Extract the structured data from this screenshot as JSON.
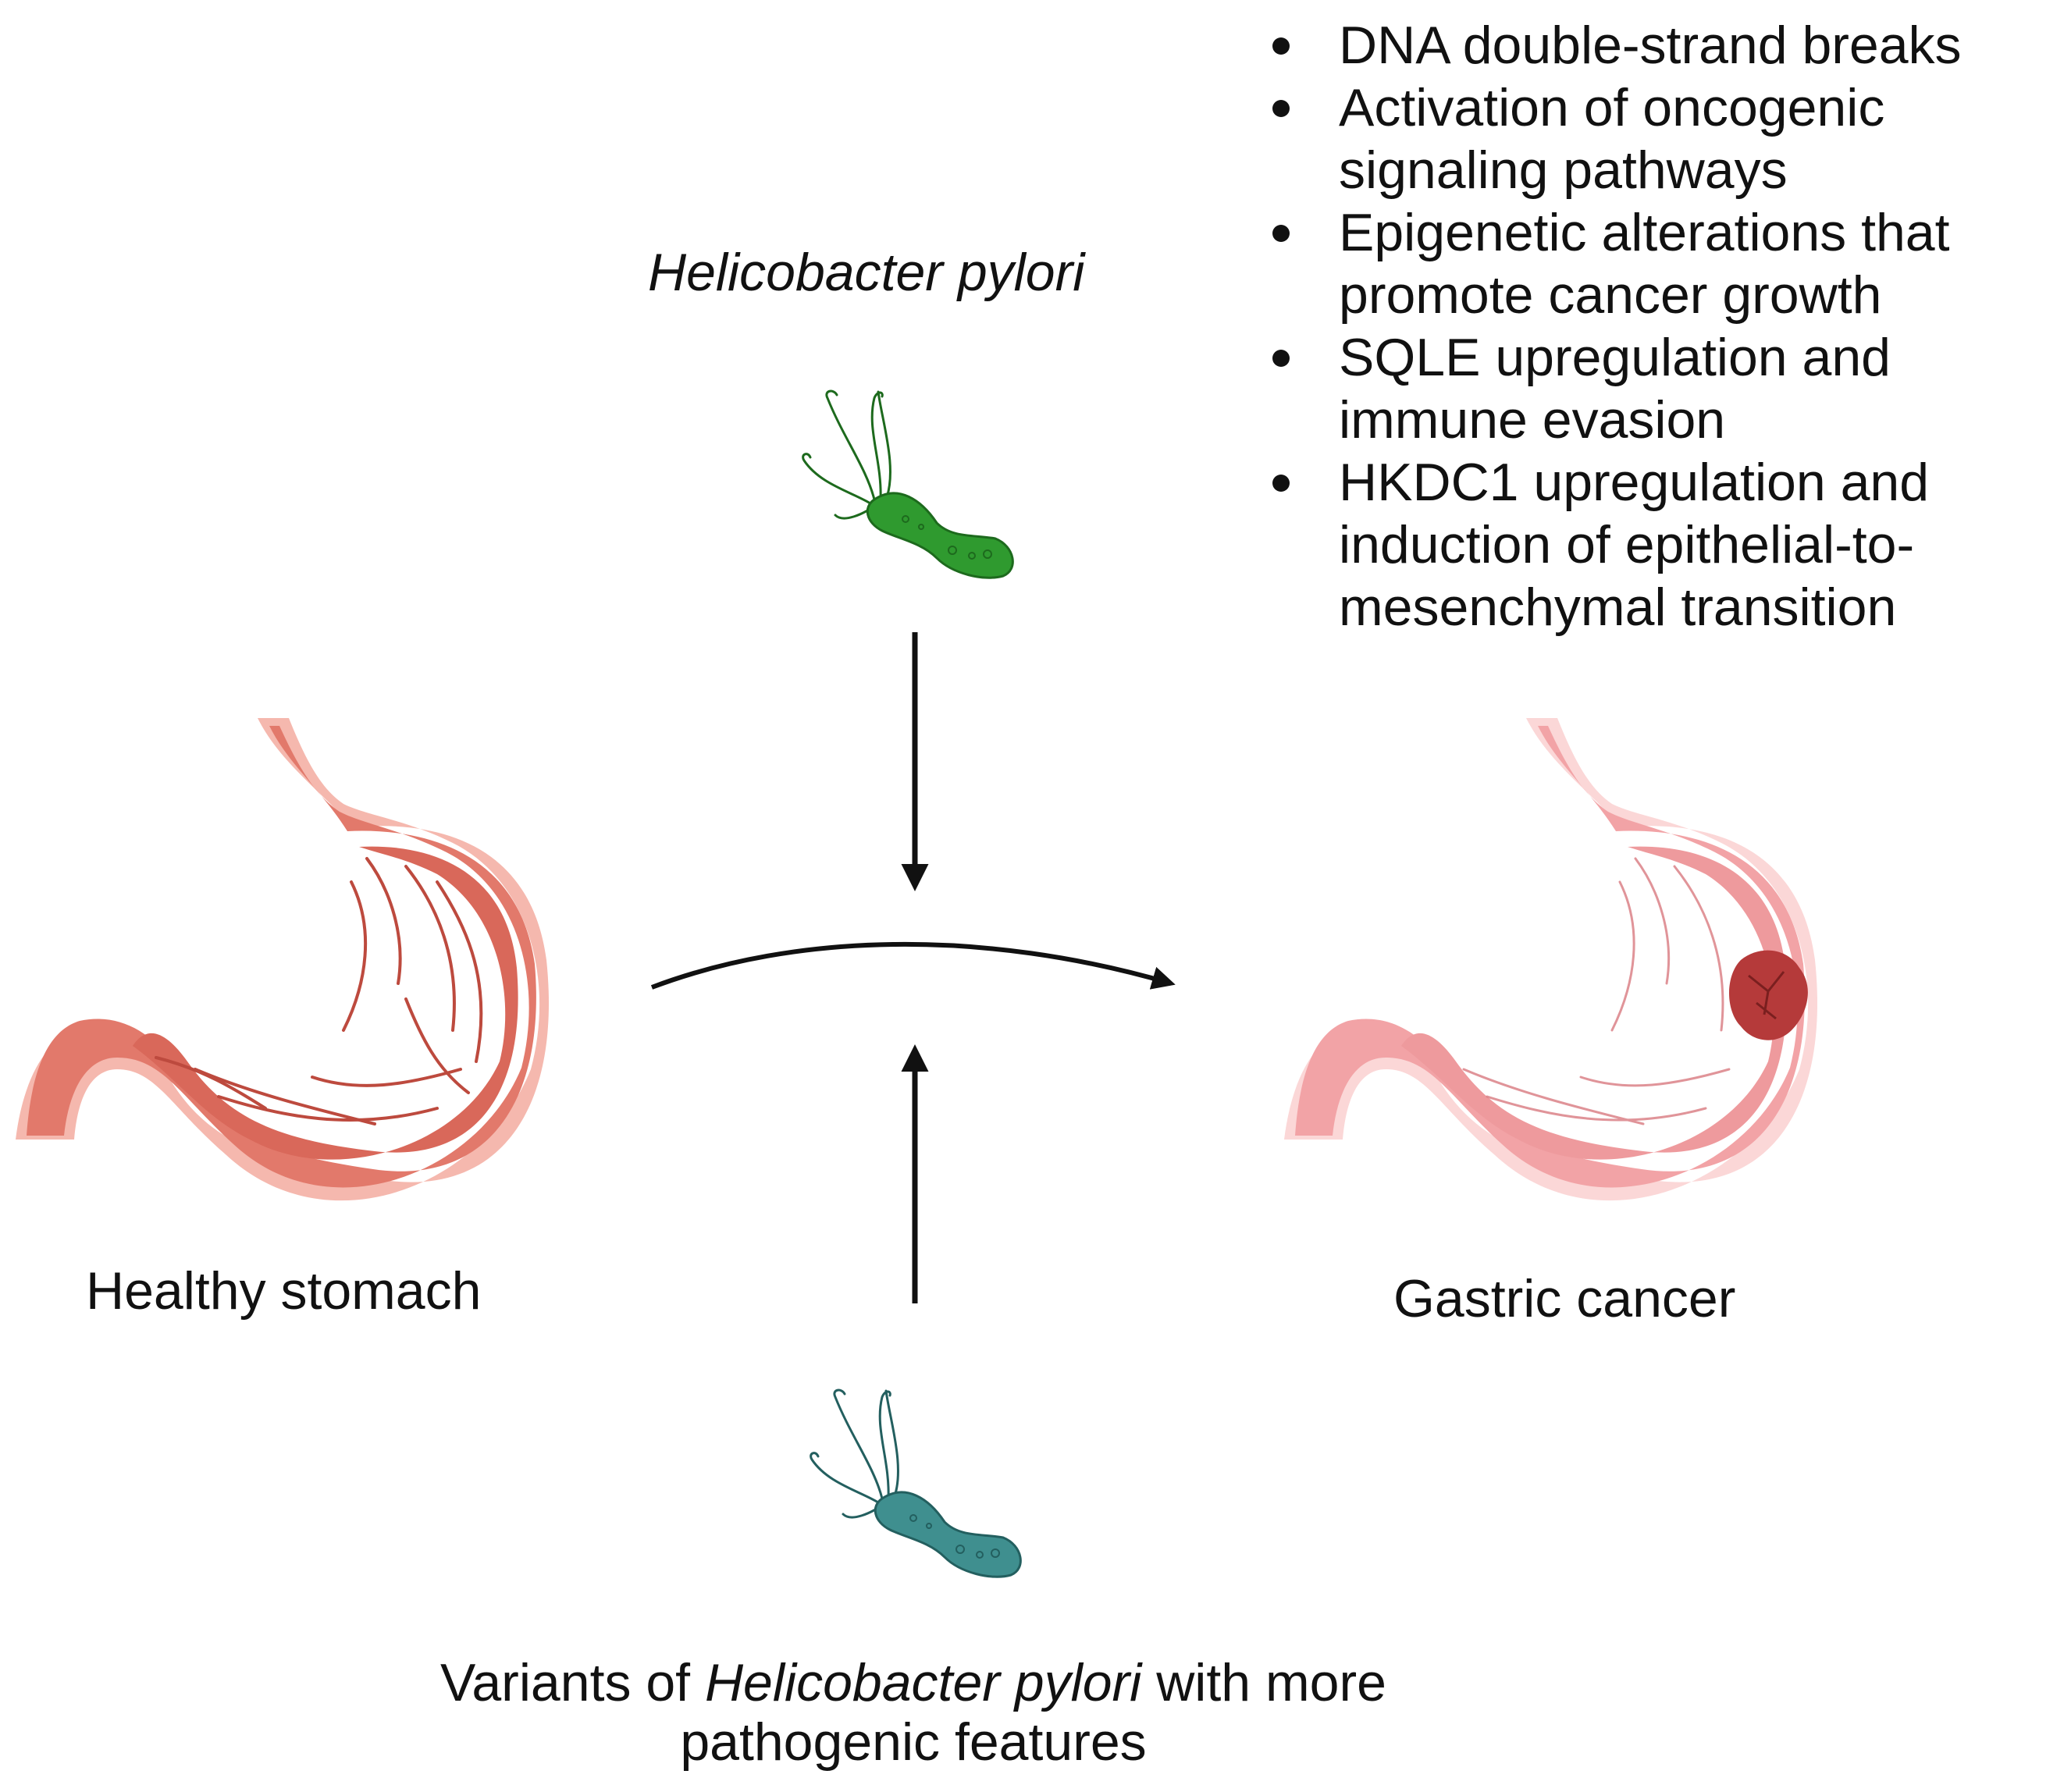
{
  "labels": {
    "top_organism": "Helicobacter pylori",
    "healthy": "Healthy stomach",
    "cancer": "Gastric cancer",
    "variants_prefix": "Variants of ",
    "variants_organism": "Helicobacter pylori",
    "variants_suffix_line1": " with more",
    "variants_line2": "pathogenic features"
  },
  "effects": [
    "DNA double-strand breaks",
    "Activation of oncogenic signaling pathways",
    "Epigenetic alterations that promote cancer growth",
    "SQLE upregulation and immune evasion",
    "HKDC1 upregulation and induction of epithelial-to-mesenchymal transition"
  ],
  "colors": {
    "healthy_outer": "#f5b8ae",
    "healthy_wall": "#e2796b",
    "healthy_inner": "#d9685a",
    "healthy_fold": "#bd4a3e",
    "cancer_outer": "#fbd7d7",
    "cancer_wall": "#f2a3a6",
    "cancer_inner": "#ee9a9d",
    "cancer_fold": "#d97a80",
    "tumor": "#b53a3a",
    "bacterium_top": "#2f9a2f",
    "bacterium_top_dark": "#1d6a1d",
    "bacterium_variant": "#3f8f8f",
    "bacterium_variant_dark": "#235f5f",
    "arrow": "#111111"
  },
  "icons": {
    "stomach": "stomach-illustration",
    "bacterium": "helicobacter-bacterium-icon",
    "tumor": "tumor-mass"
  }
}
